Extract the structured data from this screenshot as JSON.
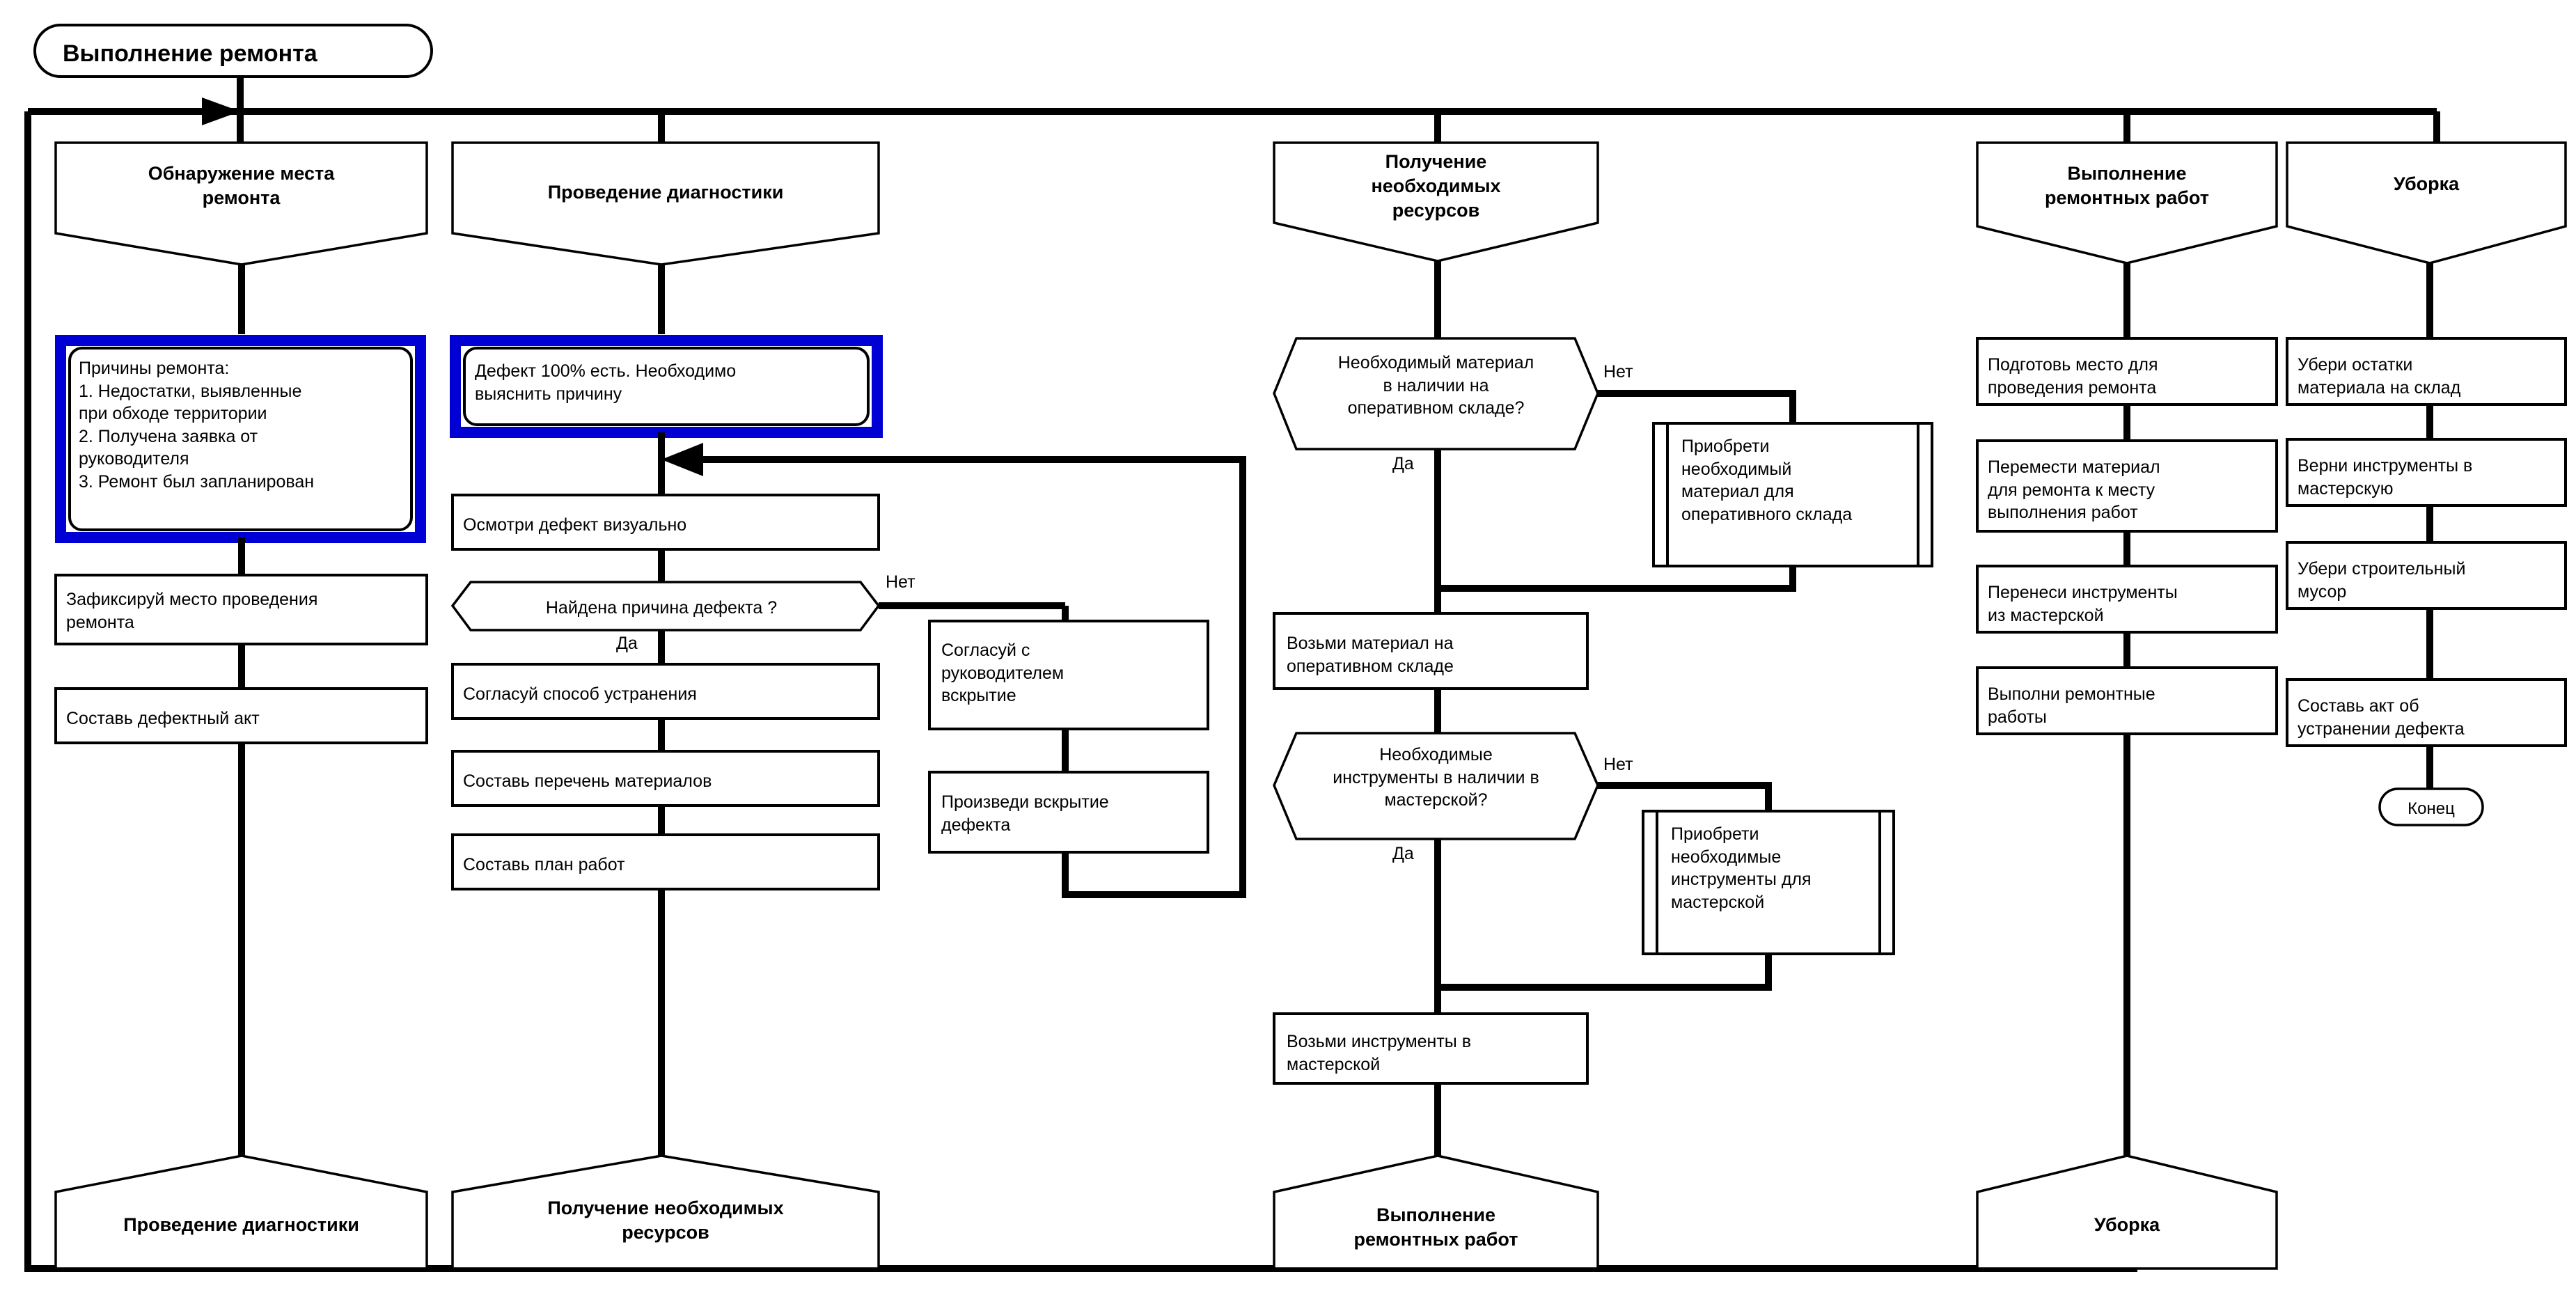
{
  "diagram": {
    "title": "Выполнение ремонта",
    "end_label": "Конец",
    "yes": "Да",
    "no": "Нет",
    "accent_highlight_color": "#0000D4",
    "line_color": "#000000",
    "fill_color": "#FFFFFF"
  },
  "lanes": [
    {
      "id": "lane-1",
      "header": "Обнаружение места\nремонта",
      "footer": "Проведение диагностики",
      "nodes": [
        {
          "id": "n1-1",
          "type": "note-highlighted",
          "text": "Причины ремонта:\n1. Недостатки, выявленные\nпри обходе территории\n2. Получена заявка от\nруководителя\n3. Ремонт был запланирован"
        },
        {
          "id": "n1-2",
          "type": "process",
          "text": "Зафиксируй место проведения\nремонта"
        },
        {
          "id": "n1-3",
          "type": "process",
          "text": "Составь дефектный акт"
        }
      ]
    },
    {
      "id": "lane-2",
      "header": "Проведение диагностики",
      "footer": "Получение необходимых\nресурсов",
      "nodes": [
        {
          "id": "n2-1",
          "type": "note-highlighted",
          "text": "Дефект 100% есть. Необходимо\nвыяснить причину"
        },
        {
          "id": "n2-2",
          "type": "process",
          "text": "Осмотри дефект визуально"
        },
        {
          "id": "n2-3",
          "type": "decision",
          "text": "Найдена причина дефекта ?"
        },
        {
          "id": "n2-4",
          "type": "process",
          "text": "Согласуй способ устранения"
        },
        {
          "id": "n2-5",
          "type": "process",
          "text": "Составь перечень материалов"
        },
        {
          "id": "n2-6",
          "type": "process",
          "text": "Составь план работ"
        },
        {
          "id": "n2-7",
          "type": "process",
          "text": "Согласуй с\nруководителем\nвскрытие"
        },
        {
          "id": "n2-8",
          "type": "process",
          "text": "Произведи вскрытие\nдефекта"
        }
      ]
    },
    {
      "id": "lane-3",
      "header": "Получение\nнеобходимых\nресурсов",
      "footer": "Выполнение\nремонтных работ",
      "nodes": [
        {
          "id": "n3-1",
          "type": "decision",
          "text": "Необходимый материал\nв наличии на\nоперативном складе?"
        },
        {
          "id": "n3-2",
          "type": "subprocess",
          "text": "Приобрети\nнеобходимый\nматериал для\nоперативного склада"
        },
        {
          "id": "n3-3",
          "type": "process",
          "text": "Возьми материал на\nоперативном складе"
        },
        {
          "id": "n3-4",
          "type": "decision",
          "text": "Необходимые\nинструменты в наличии в\nмастерской?"
        },
        {
          "id": "n3-5",
          "type": "subprocess",
          "text": "Приобрети\nнеобходимые\nинструменты для\nмастерской"
        },
        {
          "id": "n3-6",
          "type": "process",
          "text": "Возьми инструменты в\nмастерской"
        }
      ]
    },
    {
      "id": "lane-4",
      "header": "Выполнение\nремонтных работ",
      "footer": "Уборка",
      "nodes": [
        {
          "id": "n4-1",
          "type": "process",
          "text": "Подготовь место для\nпроведения ремонта"
        },
        {
          "id": "n4-2",
          "type": "process",
          "text": "Перемести материал\nдля ремонта к месту\nвыполнения работ"
        },
        {
          "id": "n4-3",
          "type": "process",
          "text": "Перенеси инструменты\nиз мастерской"
        },
        {
          "id": "n4-4",
          "type": "process",
          "text": "Выполни ремонтные\nработы"
        }
      ]
    },
    {
      "id": "lane-5",
      "header": "Уборка",
      "footer": "",
      "nodes": [
        {
          "id": "n5-1",
          "type": "process",
          "text": "Убери остатки\nматериала на склад"
        },
        {
          "id": "n5-2",
          "type": "process",
          "text": "Верни инструменты в\nмастерскую"
        },
        {
          "id": "n5-3",
          "type": "process",
          "text": "Убери строительный\nмусор"
        },
        {
          "id": "n5-4",
          "type": "process",
          "text": "Составь акт об\nустранении дефекта"
        },
        {
          "id": "n5-5",
          "type": "terminator",
          "text": "Конец"
        }
      ]
    }
  ],
  "branch_labels": {
    "b1": "Нет",
    "b1_yes": "Да",
    "b2": "Нет",
    "b2_yes": "Да",
    "b3": "Нет",
    "b3_yes": "Да"
  }
}
